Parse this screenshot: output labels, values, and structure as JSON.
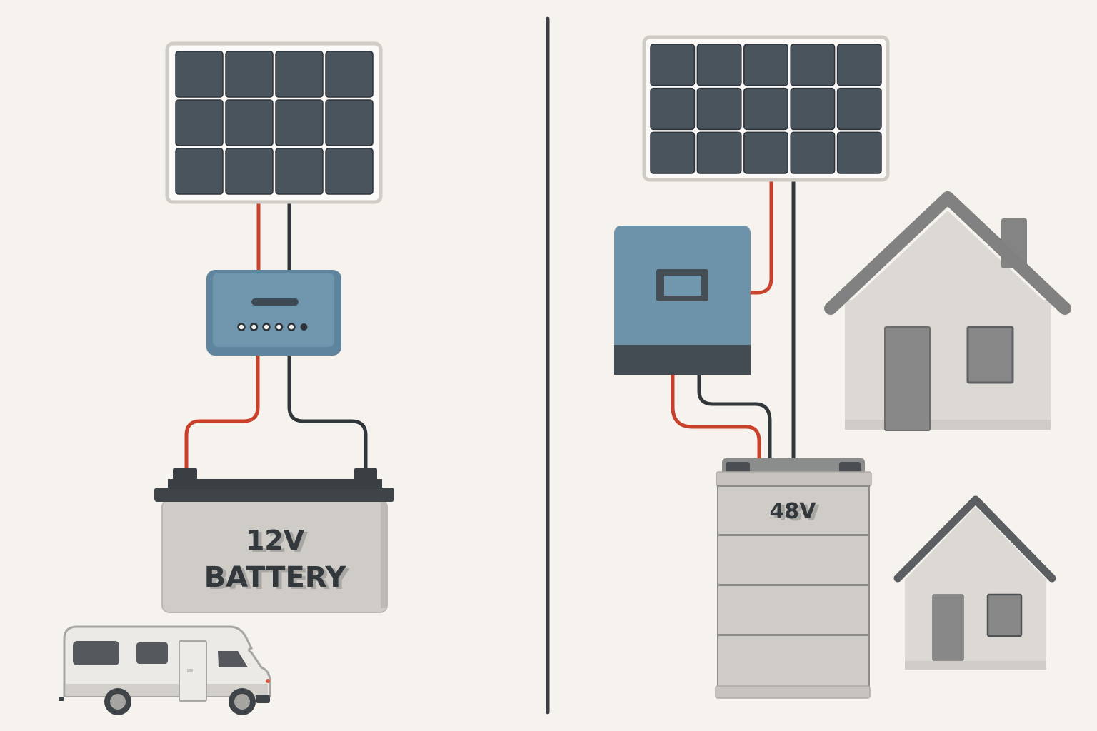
{
  "left_system": {
    "name": "12V RV system",
    "solar_panel": {
      "rows": 3,
      "cols": 4
    },
    "controller": {
      "indicator_lights": 6
    },
    "battery": {
      "voltage_label": "12V",
      "type_label": "BATTERY"
    },
    "vehicle": "RV / motorhome"
  },
  "right_system": {
    "name": "48V home system",
    "solar_panel": {
      "rows": 3,
      "cols": 5
    },
    "inverter": {
      "type": "inverter / charge controller"
    },
    "battery": {
      "voltage_label": "48V",
      "modules": 4
    },
    "buildings": [
      "large house",
      "small house"
    ]
  },
  "colors": {
    "background": "#f6f3ee",
    "panel_cell": "#4a545d",
    "panel_frame": "#cfcbc5",
    "controller_blue": "#6d93ab",
    "wire_positive": "#c9402b",
    "wire_negative": "#32373c",
    "battery_body": "#cfccc7",
    "divider": "#3b3f43",
    "house_wall": "#dcd9d4",
    "house_roof": "#818181"
  }
}
